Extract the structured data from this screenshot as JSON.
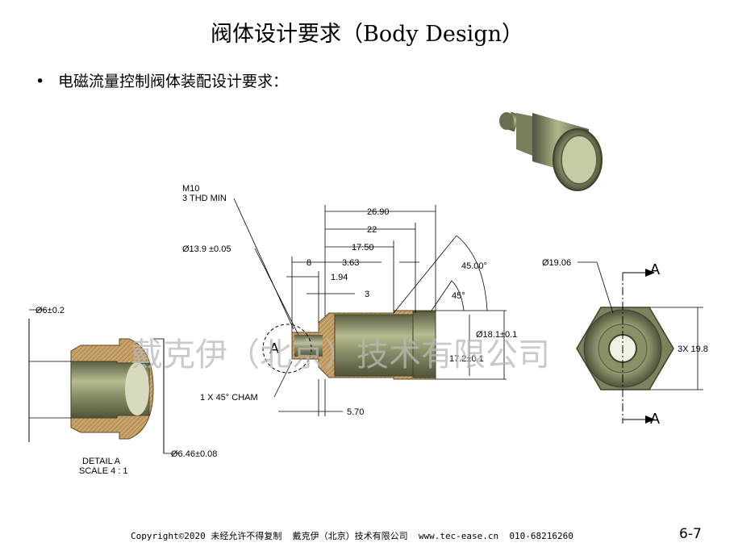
{
  "title": "阀体设计要求（Body Design）",
  "bullet": {
    "marker": "•",
    "text": "电磁流量控制阀体装配设计要求："
  },
  "drawing": {
    "thread_label_1": "M10",
    "thread_label_2": "3 THD MIN",
    "dims": {
      "d_total": "26.90",
      "d_22": "22",
      "d_17_50": "17.50",
      "d_3_63": "3.63",
      "d_8": "8",
      "d_1_94": "1.94",
      "d_3": "3",
      "angle_45_00": "45.00°",
      "angle_45": "45°",
      "dia_13_9": "Ø13.9 ±0.05",
      "dia_18_1": "Ø18.1±0.1",
      "dia_17_2": "17.2±0.1",
      "cham": "1 X 45° CHAM",
      "d_5_70": "5.70",
      "dia_6": "Ø6±0.2",
      "dia_6_46": "Ø6.46±0.08",
      "dia_19_06": "Ø19.06",
      "hex": "3X 19.8"
    },
    "detail_label_1": "DETAIL A",
    "detail_label_2": "SCALE 4 : 1",
    "section_a_top": "A",
    "section_a_bottom": "A",
    "detail_callout": "A"
  },
  "watermark": "戴克伊（北京）技术有限公司",
  "footer": "Copyright©2020 未经允许不得复制  戴克伊（北京）技术有限公司  www.tec-ease.cn  010-68216260",
  "page_number": "6-7",
  "colors": {
    "metal": "#8b8f6a",
    "metal_dark": "#5d6247",
    "metal_light": "#b6b98e",
    "section": "#c9a36a"
  }
}
